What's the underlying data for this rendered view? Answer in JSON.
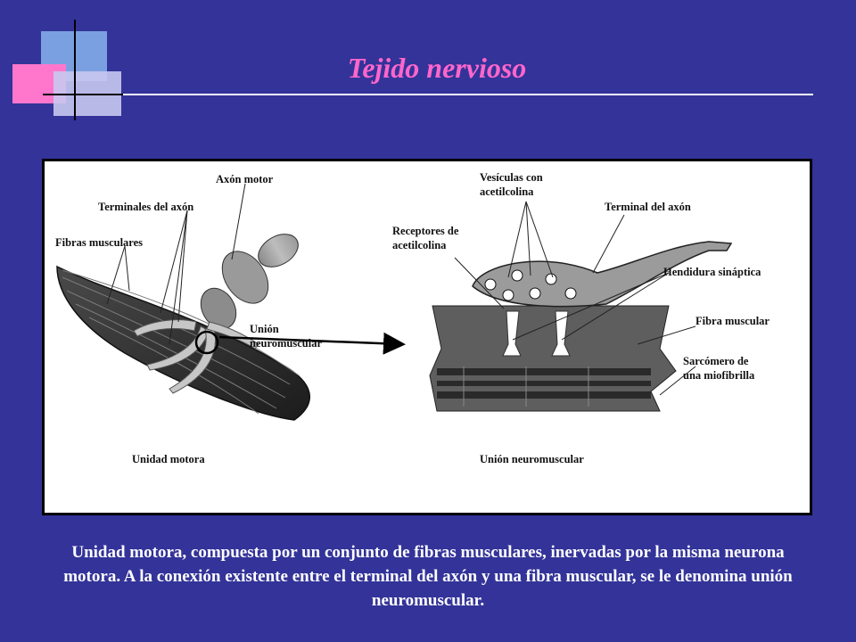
{
  "slide": {
    "title": "Tejido nervioso",
    "caption": "Unidad motora, compuesta por un conjunto de fibras musculares, inervadas por la misma neurona motora. A la conexión existente entre el terminal del axón y una fibra muscular, se le denomina unión neuromuscular."
  },
  "diagram": {
    "left": {
      "axon_motor": "Axón motor",
      "terminales": "Terminales del axón",
      "fibras": "Fibras musculares",
      "union_1": "Unión",
      "union_2": "neuromuscular",
      "caption": "Unidad motora"
    },
    "right": {
      "vesiculas_1": "Vesículas con",
      "vesiculas_2": "acetilcolina",
      "receptores_1": "Receptores de",
      "receptores_2": "acetilcolina",
      "terminal": "Terminal del axón",
      "hendidura": "Hendidura sináptica",
      "fibra": "Fibra muscular",
      "sarcomero_1": "Sarcómero de",
      "sarcomero_2": "una miofibrilla",
      "caption": "Unión neuromuscular"
    }
  },
  "colors": {
    "background": "#333399",
    "title": "#ff66cc",
    "caption": "#ffffff"
  }
}
